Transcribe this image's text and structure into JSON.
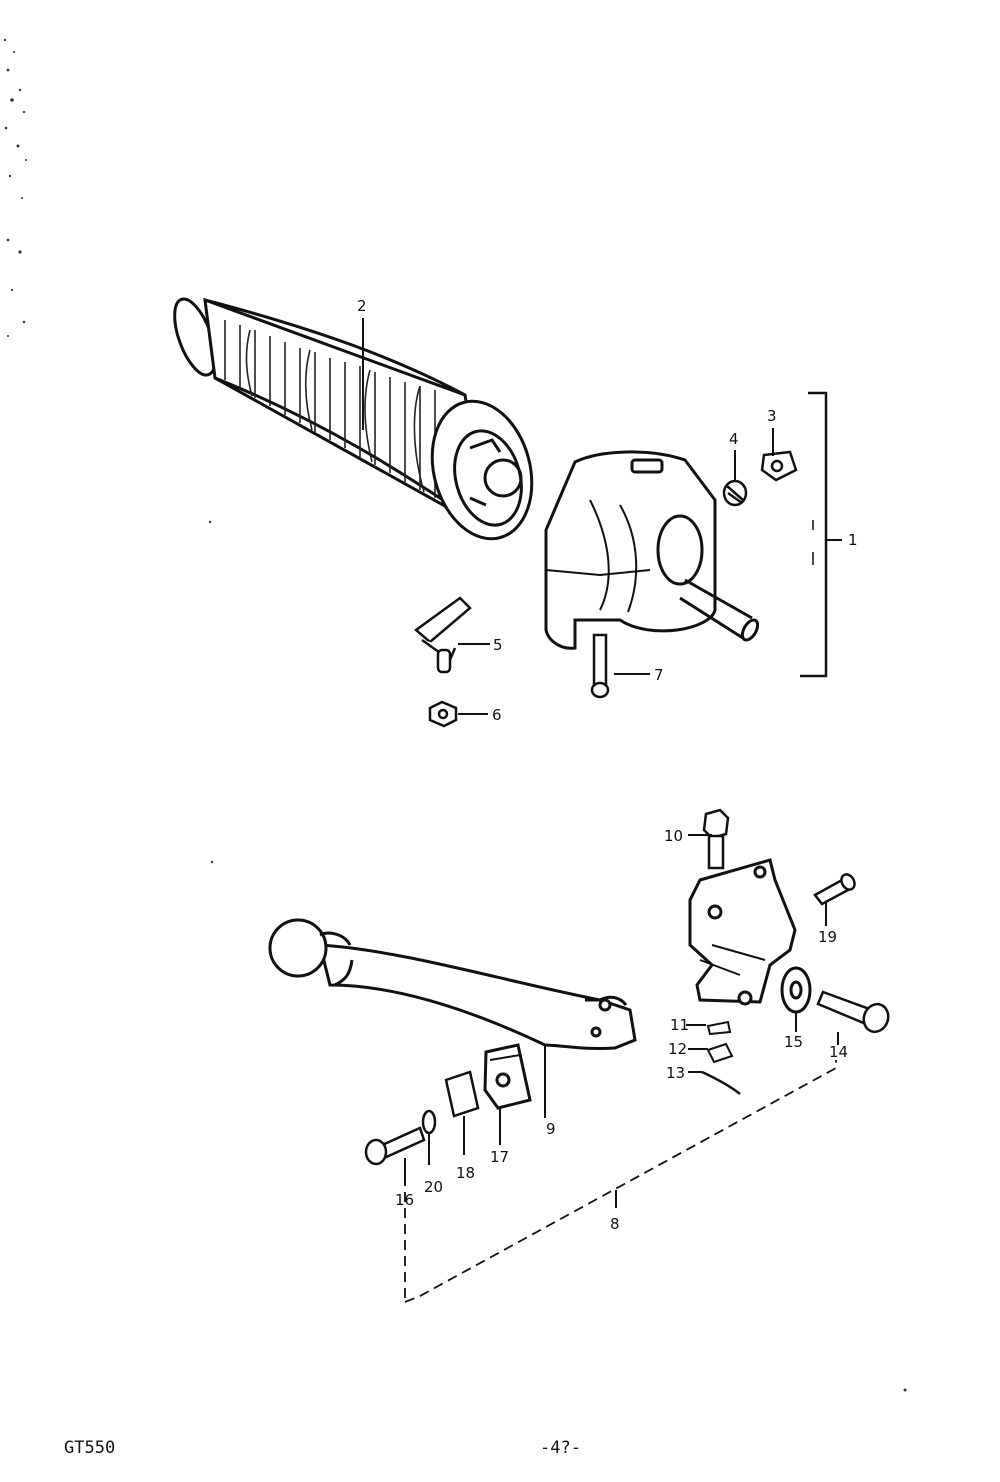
{
  "callouts": {
    "c1": "1",
    "c2": "2",
    "c3": "3",
    "c4": "4",
    "c5": "5",
    "c6": "6",
    "c7": "7",
    "c8": "8",
    "c9": "9",
    "c10": "10",
    "c11": "11",
    "c12": "12",
    "c13": "13",
    "c14": "14",
    "c15": "15",
    "c16": "16",
    "c17": "17",
    "c18": "18",
    "c19": "19",
    "c20": "20"
  },
  "footer": {
    "model": "GT550",
    "page": "-4?-"
  }
}
